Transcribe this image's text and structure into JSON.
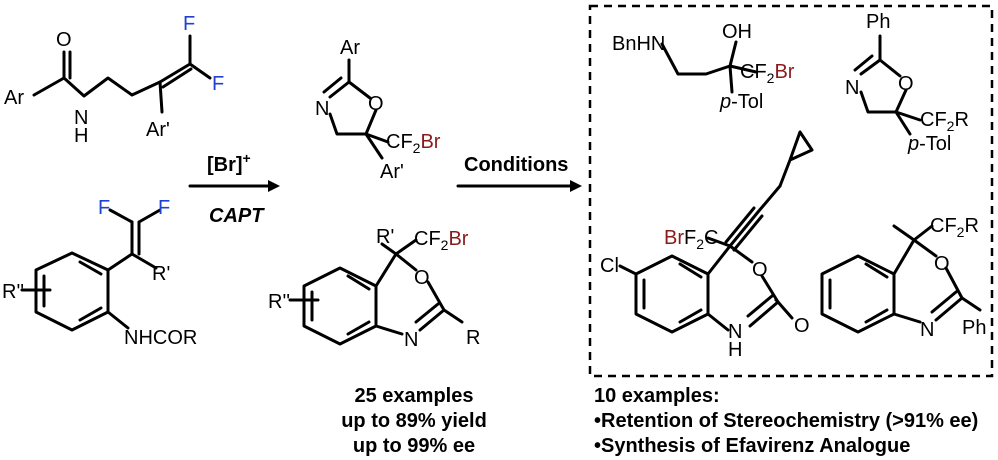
{
  "reagents": {
    "above_arrow": "[Br]",
    "above_arrow_charge": "+",
    "below_arrow": "CAPT",
    "conditions": "Conditions"
  },
  "scope_summary": {
    "line1": "25 examples",
    "line2": "up to 89% yield",
    "line3": "up to 99% ee"
  },
  "application_summary": {
    "line1": "10 examples:",
    "line2": "•Retention of Stereochemistry (>91% ee)",
    "line3": "•Synthesis of Efavirenz Analogue"
  },
  "colors": {
    "bromine": "#8b1a1a",
    "fluorine": "#1f3fd6",
    "bond": "#000000"
  }
}
